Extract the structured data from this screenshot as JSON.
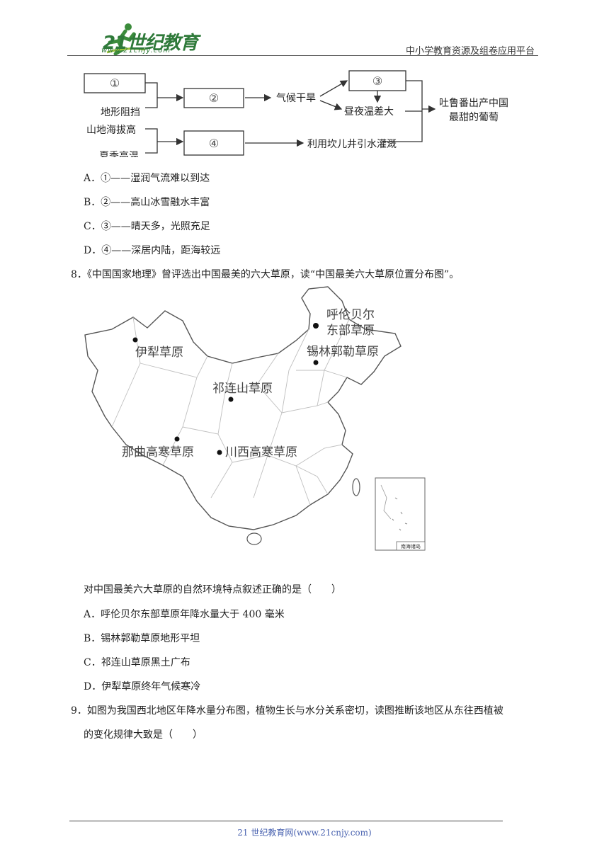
{
  "header": {
    "logo_text": "21世纪教育",
    "logo_sub": "www.21cnjy.com",
    "platform": "中小学教育资源及组卷应用平台"
  },
  "flow": {
    "box1": "①",
    "box2": "②",
    "box3": "③",
    "box4": "④",
    "terrain_block": "地形阻挡",
    "mountain_high": "山地海拔高",
    "summer_hot": "夏季高温",
    "climate_dry": "气候干旱",
    "day_night_diff": "昼夜温差大",
    "karez": "利用坎儿井引水灌溉",
    "result_line1": "吐鲁番出产中国",
    "result_line2": "最甜的葡萄"
  },
  "q7": {
    "options": [
      "A．①——湿润气流难以到达",
      "B．②——高山冰雪融水丰富",
      "C．③——晴天多，光照充足",
      "D．④——深居内陆，距海较远"
    ]
  },
  "q8": {
    "stem": "8．《中国国家地理》曾评选出中国最美的六大草原，读“中国最美六大草原位置分布图”。",
    "map_labels": {
      "hulunbuir_1": "呼伦贝尔",
      "hulunbuir_2": "东部草原",
      "xilingol": "锡林郭勒草原",
      "yili": "伊犁草原",
      "qilian": "祁连山草原",
      "naqu": "那曲高寒草原",
      "chuanxi": "川西高寒草原",
      "inset": "南海诸岛"
    },
    "question": "对中国最美六大草原的自然环境特点叙述正确的是（　　）",
    "options": [
      "A．呼伦贝尔东部草原年降水量大于 400 毫米",
      "B．锡林郭勒草原地形平坦",
      "C．祁连山草原黑土广布",
      "D．伊犁草原终年气候寒冷"
    ]
  },
  "q9": {
    "line1": "9．如图为我国西北地区年降水量分布图，植物生长与水分关系密切，读图推断该地区从东往西植被",
    "line2": "的变化规律大致是（　　）"
  },
  "footer": {
    "text": "21 世纪教育网(www.21cnjy.com)"
  }
}
